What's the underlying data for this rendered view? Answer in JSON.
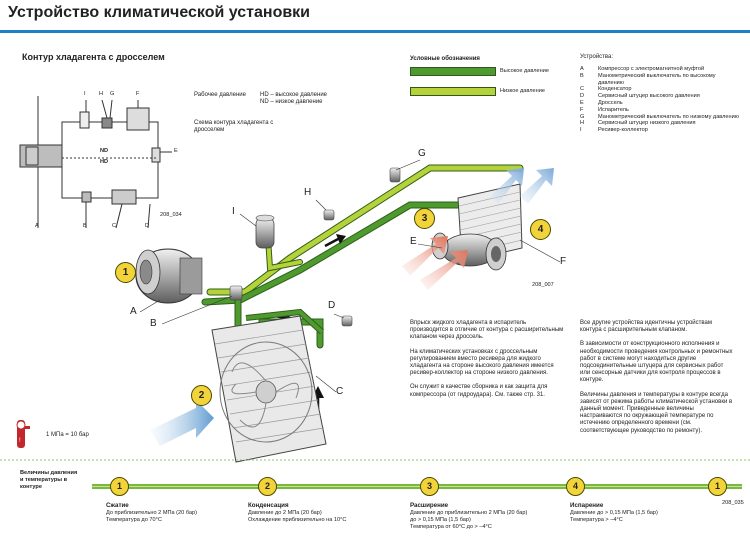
{
  "header": {
    "title": "Устройство климатической установки",
    "subtitle": "Контур хладагента с дросселем"
  },
  "schematic": {
    "pressure_label": "Рабочее давление",
    "hd_note": "HD – высокое давление",
    "nd_note": "ND – низкое давление",
    "circuit_caption": "Схема контура хладагента с дросселем",
    "code": "208_034",
    "top_labels": [
      "I",
      "H",
      "G",
      "F"
    ],
    "bottom_labels": [
      "A",
      "B",
      "C",
      "D"
    ],
    "side_label": "E",
    "nd_text": "ND",
    "hd_text": "HD"
  },
  "legend": {
    "title": "Условные обозначения",
    "items": [
      {
        "label": "Высокое давление",
        "color": "#4f9a2f"
      },
      {
        "label": "Низкое давление",
        "color": "#b6d23a"
      }
    ]
  },
  "devices": {
    "title": "Устройства:",
    "items": [
      {
        "letter": "A",
        "text": "Компрессор с электромагнитной муфтой"
      },
      {
        "letter": "B",
        "text": "Манометрический выключатель по высокому давлению"
      },
      {
        "letter": "C",
        "text": "Конденсатор"
      },
      {
        "letter": "D",
        "text": "Сервисный штуцер высокого давления"
      },
      {
        "letter": "E",
        "text": "Дроссель"
      },
      {
        "letter": "F",
        "text": "Испаритель"
      },
      {
        "letter": "G",
        "text": "Манометрический выключатель по низкому давлению"
      },
      {
        "letter": "H",
        "text": "Сервисный штуцер низкого давления"
      },
      {
        "letter": "I",
        "text": "Ресивер-коллектор"
      }
    ]
  },
  "diagram": {
    "code_top": "208_007",
    "letters": {
      "A": "A",
      "B": "B",
      "C": "C",
      "D": "D",
      "E": "E",
      "F": "F",
      "G": "G",
      "H": "H",
      "I": "I"
    },
    "badges": [
      "1",
      "2",
      "3",
      "4"
    ]
  },
  "text_blocks": {
    "mid": [
      "Впрыск жидкого хладагента в испаритель производится в отличие от контура с расширительным клапаном через дроссель.",
      "На климатических установках с дроссельным регулированием вместо ресивера для жидкого хладагента на стороне высокого давления имеется ресивер-коллектор на стороне низкого давления.",
      "Он служит в качестве сборника и как защита для компрессора (от гидроудара). См. также стр. 31."
    ],
    "right": [
      "Все другие устройства идентичны устройствам контура с расширительным клапаном.",
      "В зависимости от конструкционного исполнения и необходимости проведения контрольных и ремонтных работ в системе могут находиться другие подсоединительные штуцера для сервисных работ или сенсорные датчики для контроля процессов в контуре.",
      "Величины давления и температуры в контуре всегда зависят от режима работы климатической установки в данный момент. Приведенные величины настраиваются по окружающей температуре по истечению определенного времени (см. соответствующее руководство по ремонту)."
    ]
  },
  "conversion": {
    "text": "1 МПа = 10 бар"
  },
  "timeline": {
    "label": "Величины давления и температуры в контуре",
    "code": "208_035",
    "phases": [
      {
        "num": "1",
        "title": "Сжатие",
        "lines": [
          "До приблизительно 2 МПа (20 бар)",
          "Температура до 70°C"
        ]
      },
      {
        "num": "2",
        "title": "Конденсация",
        "lines": [
          "Давление до 2 МПа (20 бар)",
          "Охлаждение приблизительно на 10°C"
        ]
      },
      {
        "num": "3",
        "title": "Расширение",
        "lines": [
          "Давление до приблизительно 2 МПа (20 бар)",
          "до > 0,15 МПа (1,5 бар)",
          "Температура от 60°C до > –4°C"
        ]
      },
      {
        "num": "4",
        "title": "Испарение",
        "lines": [
          "Давление до > 0,15 МПа (1,5 бар)",
          "Температура > –4°C"
        ]
      }
    ],
    "end_num": "1"
  }
}
